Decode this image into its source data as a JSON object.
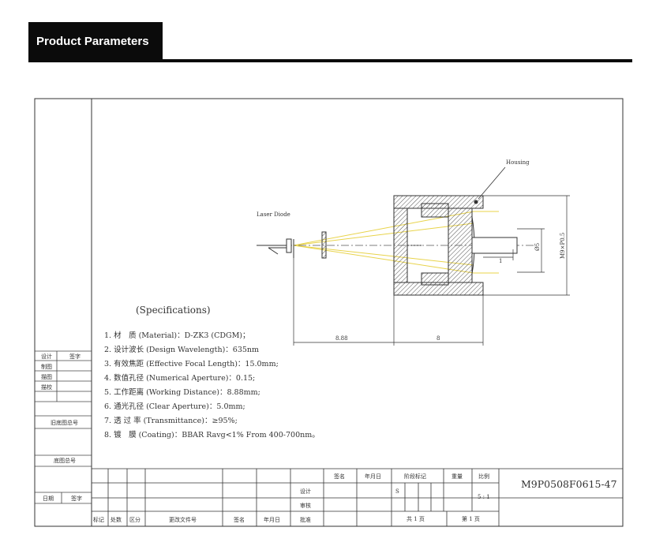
{
  "header": {
    "title": "Product Parameters"
  },
  "drawing": {
    "labels": {
      "housing": "Housing",
      "laser_diode": "Laser Diode"
    },
    "dims": {
      "d1": "8.88",
      "d2": "8",
      "phi": "Ø5",
      "thread": "M9×P0.5",
      "one": "1"
    }
  },
  "specs": {
    "title": "(Specifications)",
    "items": [
      "1. 材　质 (Material)：D-ZK3 (CDGM)；",
      "2. 设计波长 (Design Wavelength)：635nm",
      "3. 有效焦距 (Effective Focal Length)：15.0mm;",
      "4. 数值孔径 (Numerical Aperture)：0.15;",
      "5. 工作距离 (Working Distance)：8.88mm;",
      "6. 通光孔径 (Clear Aperture)：5.0mm;",
      "7. 透 过 率 (Transmittance)：≥95%;",
      "8. 镀　膜 (Coating)：BBAR Ravg<1% From 400-700nm。"
    ]
  },
  "left_column": {
    "row1_a": "设计",
    "row1_b": "签字",
    "rows": [
      "制图",
      "描图",
      "描校"
    ],
    "mid": "旧底图总号",
    "low": "底图总号",
    "bottom_a": "日期",
    "bottom_b": "签字"
  },
  "title_block": {
    "bottom_labels": [
      "标记",
      "处数",
      "区分",
      "更改文件号",
      "签名",
      "年月日",
      "批准"
    ],
    "col_headers": [
      "签名",
      "年月日",
      "阶段标记",
      "重量",
      "比例"
    ],
    "design": "设计",
    "review": "审核",
    "stage_s": "S",
    "scale": "5 : 1",
    "part_no": "M9P0508F0615-47",
    "total_sheets": "共 1 页",
    "sheet_no": "第 1 页"
  }
}
